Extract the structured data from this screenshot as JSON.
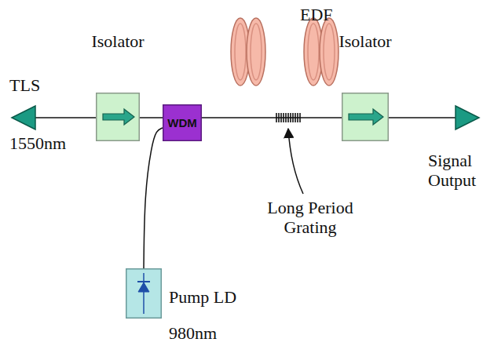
{
  "diagram": {
    "nodes": [
      {
        "text": [
          "TLS",
          "1550nm"
        ]
      },
      {
        "text": [
          "Isolator"
        ]
      },
      {
        "text": [
          "WDM"
        ]
      },
      {
        "text": [
          "EDF"
        ]
      },
      {
        "text": [
          "Isolator"
        ]
      },
      {
        "text": [
          "Signal Output"
        ]
      },
      {
        "text": [
          "Pump LD",
          "980nm"
        ]
      }
    ],
    "edges": [
      {
        "from": 0,
        "to": 1,
        "arrow": "none"
      },
      {
        "from": 1,
        "to": 2,
        "arrow": "none"
      },
      {
        "from": 2,
        "to": 3,
        "arrow": "none"
      },
      {
        "from": 3,
        "to": 4,
        "arrow": "none"
      },
      {
        "from": 4,
        "to": 5,
        "arrow": "none"
      },
      {
        "from": 6,
        "to": 2,
        "arrow": "none"
      }
    ],
    "labels": [
      "Long Period Grating"
    ]
  }
}
